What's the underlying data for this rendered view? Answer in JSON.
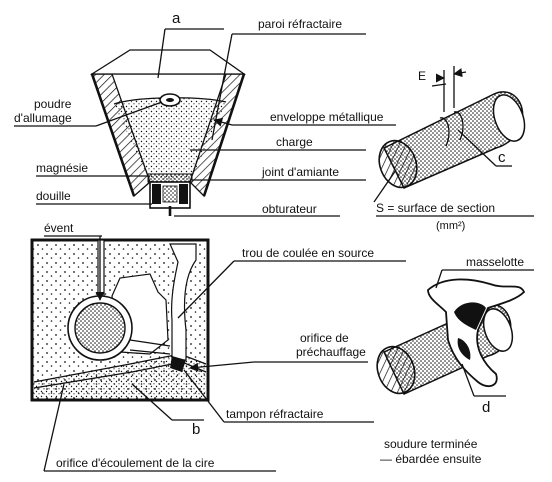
{
  "figure_a": {
    "letter": "a",
    "labels": {
      "paroi": "paroi  réfractaire",
      "poudre_line1": "poudre",
      "poudre_line2": "d'allumage",
      "enveloppe": "enveloppe métallique",
      "charge": "charge",
      "magnesie": "magnésie",
      "joint": "joint d'amiante",
      "douille": "douille",
      "obturateur": "obturateur"
    }
  },
  "figure_b": {
    "letter": "b",
    "labels": {
      "event": "évent",
      "trou": "trou de coulée en source",
      "orifice_pre_line1": "orifice de",
      "orifice_pre_line2": "préchauffage",
      "tampon": "tampon réfractaire",
      "orifice_ecoulement": "orifice d'écoulement de la cire"
    }
  },
  "figure_c": {
    "letter": "c",
    "labels": {
      "E": "E",
      "S_formula": "S = surface de section",
      "unit": "(mm²)"
    }
  },
  "figure_d": {
    "letter": "d",
    "labels": {
      "masselotte": "masselotte",
      "soudure_line1": "soudure terminée",
      "soudure_line2": "— ébardée ensuite"
    }
  }
}
